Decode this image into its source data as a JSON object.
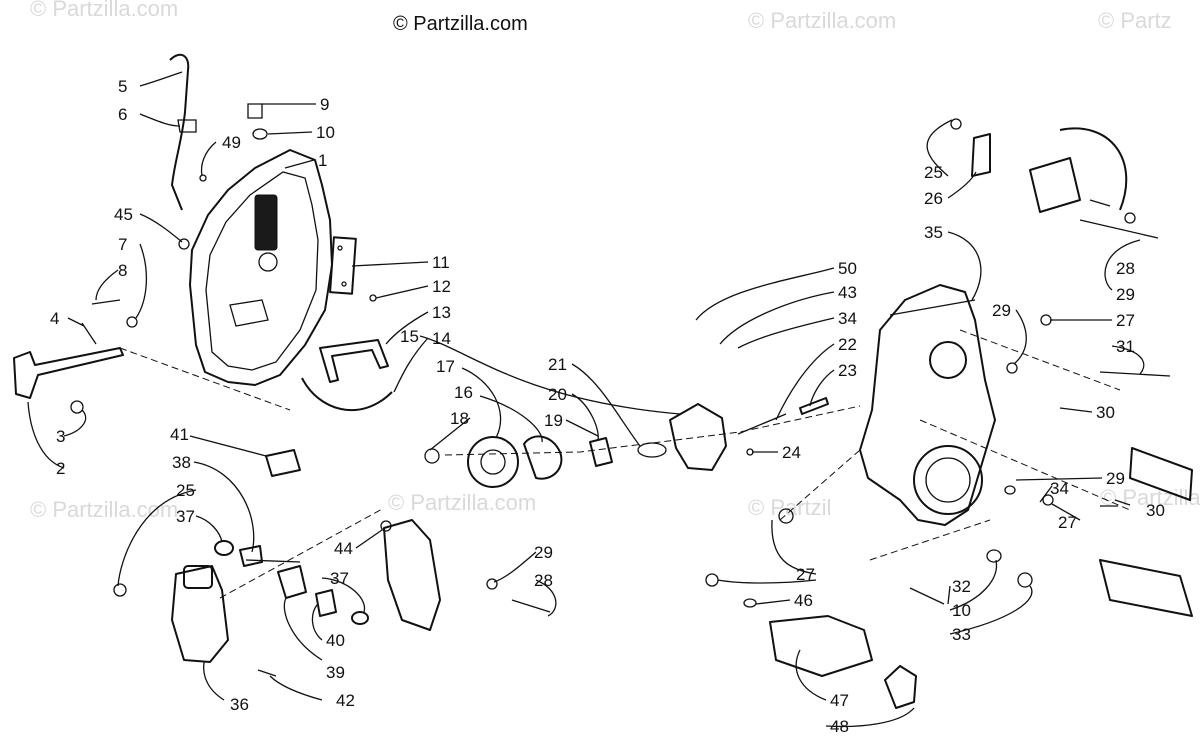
{
  "watermarks": {
    "main": "© Partzilla.com",
    "faint": "© Partzilla.com",
    "faint_cut": "© Partzil",
    "edge_right": "© Partz",
    "edge_small": "© Partzilla"
  },
  "callouts": {
    "c1": "1",
    "c2": "2",
    "c3": "3",
    "c4": "4",
    "c5": "5",
    "c6": "6",
    "c7": "7",
    "c8": "8",
    "c9": "9",
    "c10": "10",
    "c11": "11",
    "c12": "12",
    "c13": "13",
    "c14": "14",
    "c15": "15",
    "c16": "16",
    "c17": "17",
    "c18": "18",
    "c19": "19",
    "c20": "20",
    "c21": "21",
    "c22": "22",
    "c23": "23",
    "c24": "24",
    "c25": "25",
    "c26": "26",
    "c27": "27",
    "c28": "28",
    "c29": "29",
    "c30": "30",
    "c31": "31",
    "c32": "32",
    "c33": "33",
    "c34": "34",
    "c35": "35",
    "c36": "36",
    "c37": "37",
    "c38": "38",
    "c39": "39",
    "c40": "40",
    "c41": "41",
    "c42": "42",
    "c43": "43",
    "c44": "44",
    "c45": "45",
    "c46": "46",
    "c47": "47",
    "c48": "48",
    "c49": "49",
    "c50": "50"
  },
  "colors": {
    "ink": "#111111",
    "watermark": "#d9d9d9",
    "background": "#ffffff"
  }
}
